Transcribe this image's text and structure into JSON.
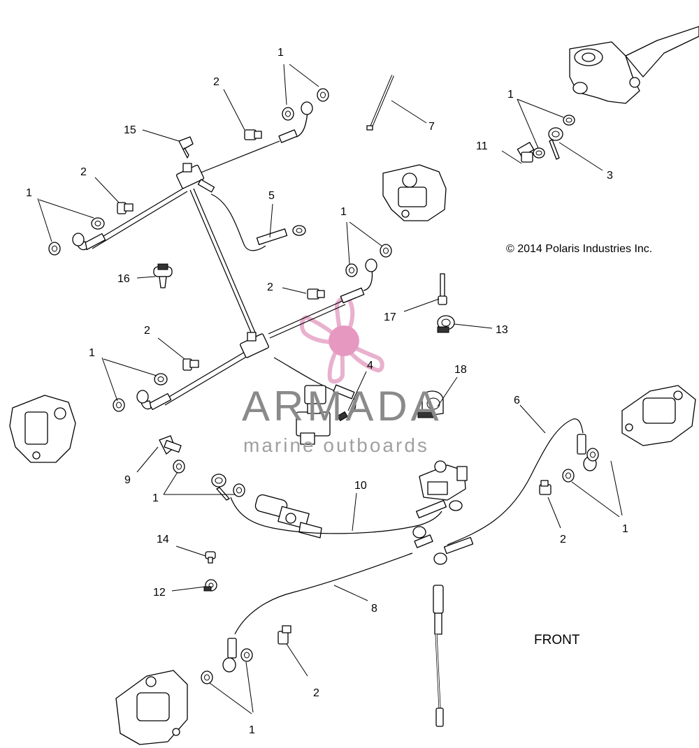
{
  "copyright": "© 2014 Polaris Industries Inc.",
  "front_label": "FRONT",
  "watermark": {
    "word": "ARMADA",
    "subtitle": "marine outboards",
    "colors": {
      "logo": "#e7a9c9",
      "logo_center": "#e48dbb",
      "text": "#8a8a8a"
    }
  },
  "callouts": {
    "c1_top": "1",
    "c2_top": "2",
    "c15": "15",
    "c2_left": "2",
    "c1_left": "1",
    "c5": "5",
    "c16": "16",
    "c7": "7",
    "c1_mc": "1",
    "c11": "11",
    "c3": "3",
    "c1_mid": "1",
    "c2_mid": "2",
    "c17": "17",
    "c13": "13",
    "c2_lower": "2",
    "c1_lower": "1",
    "c4": "4",
    "c18": "18",
    "c6": "6",
    "c9": "9",
    "c1_bottom_left": "1",
    "c10": "10",
    "c2_right": "2",
    "c1_right": "1",
    "c14": "14",
    "c12": "12",
    "c8": "8",
    "c2_bottom": "2",
    "c1_bottom": "1"
  }
}
